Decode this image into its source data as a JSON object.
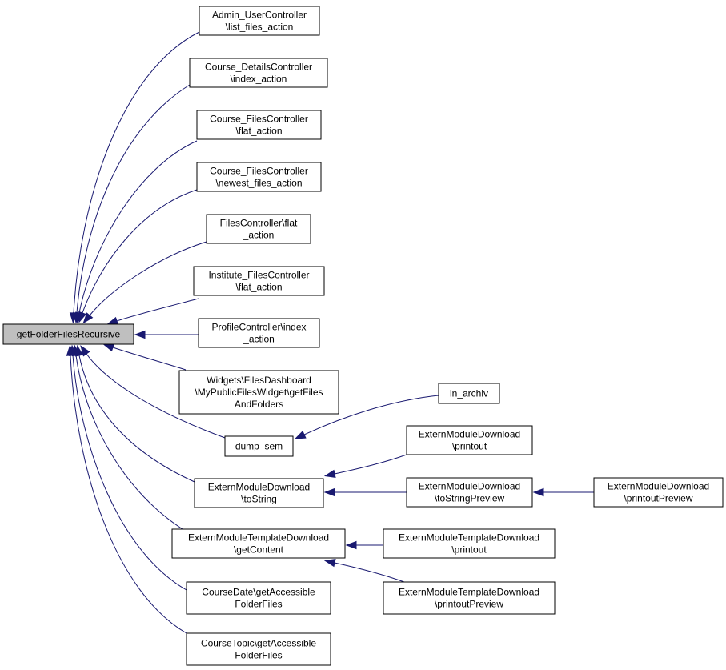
{
  "root": {
    "id": "root",
    "lines": [
      "getFolderFilesRecursive"
    ]
  },
  "nodes": [
    {
      "id": "admin_user",
      "lines": [
        "Admin_UserController",
        "\\list_files_action"
      ]
    },
    {
      "id": "course_details",
      "lines": [
        "Course_DetailsController",
        "\\index_action"
      ]
    },
    {
      "id": "course_files_flat",
      "lines": [
        "Course_FilesController",
        "\\flat_action"
      ]
    },
    {
      "id": "course_files_newest",
      "lines": [
        "Course_FilesController",
        "\\newest_files_action"
      ]
    },
    {
      "id": "files_flat",
      "lines": [
        "FilesController\\flat",
        "_action"
      ]
    },
    {
      "id": "institute_files_flat",
      "lines": [
        "Institute_FilesController",
        "\\flat_action"
      ]
    },
    {
      "id": "profile_index",
      "lines": [
        "ProfileController\\index",
        "_action"
      ]
    },
    {
      "id": "widgets_files",
      "lines": [
        "Widgets\\FilesDashboard",
        "\\MyPublicFilesWidget\\getFiles",
        "AndFolders"
      ]
    },
    {
      "id": "dump_sem",
      "lines": [
        "dump_sem"
      ]
    },
    {
      "id": "in_archiv",
      "lines": [
        "in_archiv"
      ]
    },
    {
      "id": "extern_tostring",
      "lines": [
        "ExternModuleDownload",
        "\\toString"
      ]
    },
    {
      "id": "extern_printout",
      "lines": [
        "ExternModuleDownload",
        "\\printout"
      ]
    },
    {
      "id": "extern_tostringpreview",
      "lines": [
        "ExternModuleDownload",
        "\\toStringPreview"
      ]
    },
    {
      "id": "extern_printoutpreview",
      "lines": [
        "ExternModuleDownload",
        "\\printoutPreview"
      ]
    },
    {
      "id": "tpl_getcontent",
      "lines": [
        "ExternModuleTemplateDownload",
        "\\getContent"
      ]
    },
    {
      "id": "tpl_printout",
      "lines": [
        "ExternModuleTemplateDownload",
        "\\printout"
      ]
    },
    {
      "id": "tpl_printoutpreview",
      "lines": [
        "ExternModuleTemplateDownload",
        "\\printoutPreview"
      ]
    },
    {
      "id": "coursedate",
      "lines": [
        "CourseDate\\getAccessible",
        "FolderFiles"
      ]
    },
    {
      "id": "coursetopic",
      "lines": [
        "CourseTopic\\getAccessible",
        "FolderFiles"
      ]
    }
  ],
  "edges": [
    {
      "from": "admin_user",
      "to": "root"
    },
    {
      "from": "course_details",
      "to": "root"
    },
    {
      "from": "course_files_flat",
      "to": "root"
    },
    {
      "from": "course_files_newest",
      "to": "root"
    },
    {
      "from": "files_flat",
      "to": "root"
    },
    {
      "from": "institute_files_flat",
      "to": "root"
    },
    {
      "from": "profile_index",
      "to": "root"
    },
    {
      "from": "widgets_files",
      "to": "root"
    },
    {
      "from": "dump_sem",
      "to": "root"
    },
    {
      "from": "extern_tostring",
      "to": "root"
    },
    {
      "from": "tpl_getcontent",
      "to": "root"
    },
    {
      "from": "coursedate",
      "to": "root"
    },
    {
      "from": "coursetopic",
      "to": "root"
    },
    {
      "from": "in_archiv",
      "to": "dump_sem"
    },
    {
      "from": "extern_printout",
      "to": "extern_tostring"
    },
    {
      "from": "extern_tostringpreview",
      "to": "extern_tostring"
    },
    {
      "from": "extern_printoutpreview",
      "to": "extern_tostringpreview"
    },
    {
      "from": "tpl_printout",
      "to": "tpl_getcontent"
    },
    {
      "from": "tpl_printoutpreview",
      "to": "tpl_getcontent"
    }
  ],
  "colors": {
    "edge": "#191970",
    "root_fill": "#bfbfbf",
    "node_fill": "#ffffff",
    "border": "#000000"
  }
}
